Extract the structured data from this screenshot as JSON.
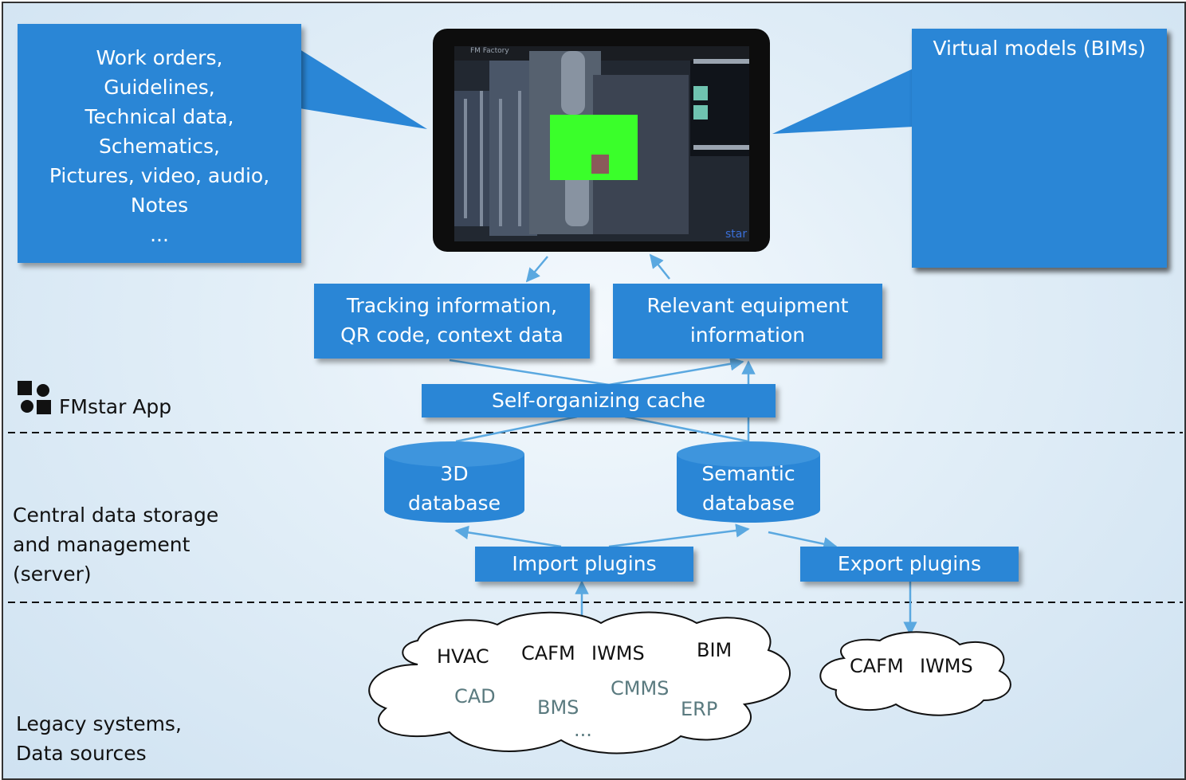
{
  "callouts": {
    "left_lines": [
      "Work orders,",
      "Guidelines,",
      "Technical data,",
      "Schematics,",
      "Pictures, video, audio,",
      "Notes",
      "..."
    ],
    "right_title": "Virtual models (BIMs)"
  },
  "tablet": {
    "brand": "star",
    "header": "FM Factory"
  },
  "boxes": {
    "tracking": [
      "Tracking information,",
      "QR code, context data"
    ],
    "relevant": [
      "Relevant equipment",
      "information"
    ],
    "cache": "Self-organizing cache",
    "db3d": [
      "3D",
      "database"
    ],
    "semantic": [
      "Semantic",
      "database"
    ],
    "import": "Import plugins",
    "export": "Export plugins"
  },
  "layers": {
    "app": "FMstar App",
    "server": [
      "Central data storage",
      "and management",
      "(server)"
    ],
    "legacy": [
      "Legacy systems,",
      "Data sources"
    ]
  },
  "cloud_sources": {
    "primary": [
      "HVAC",
      "CAFM",
      "IWMS",
      "BIM"
    ],
    "secondary": [
      "CAD",
      "BMS",
      "CMMS",
      "ERP",
      "..."
    ]
  },
  "cloud_targets": [
    "CAFM",
    "IWMS"
  ],
  "colors": {
    "box": "#2a86d6",
    "arrow": "#5aa8e0",
    "background": "#dcebf7",
    "highlight": "#3aff2a",
    "pipe": "#d42222"
  }
}
